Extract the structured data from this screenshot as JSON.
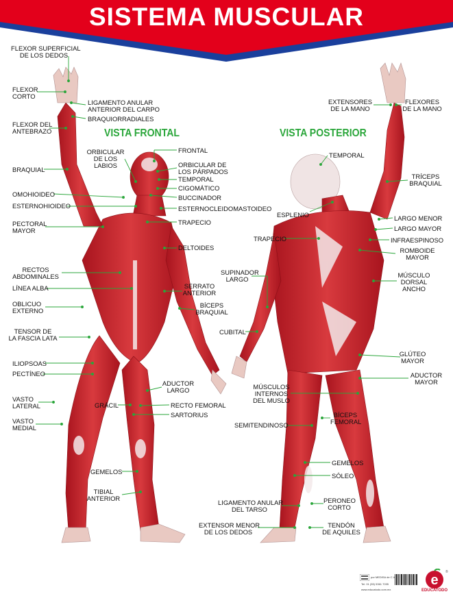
{
  "title": "SISTEMA MUSCULAR",
  "views": {
    "front": "VISTA FRONTAL",
    "back": "VISTA POSTERIOR"
  },
  "colors": {
    "banner_red": "#e3001b",
    "banner_blue": "#1a3f9c",
    "view_title_green": "#2aa63a",
    "leader_green": "#2aa63a",
    "muscle_red": "#c8202a",
    "tendon_white": "#f3e9ea"
  },
  "labels": {
    "flexor_sup": "FLEXOR SUPERFICIAL\nDE LOS DEDOS",
    "flexor_corto": "FLEXOR\nCORTO",
    "lig_anular_carpo": "LIGAMENTO ANULAR\nANTERIOR DEL CARPO",
    "braquiorradiales": "BRAQUIORRADIALES",
    "flexor_antebrazo": "FLEXOR DEL\nANTEBRAZO",
    "orbicular_labios": "ORBICULAR\nDE LOS\nLABIOS",
    "frontal": "FRONTAL",
    "orbicular_parpados": "ORBICULAR DE\nLOS PÁRPADOS",
    "braquial": "BRAQUIAL",
    "temporal_f": "TEMPORAL",
    "cigomatico": "CIGOMÁTICO",
    "omohioideo": "OMOHIOIDEO",
    "buccinador": "BUCCINADOR",
    "esternohioideo": "ESTERNOHIOIDEO",
    "esternocleido": "ESTERNOCLEIDOMASTOIDEO",
    "pectoral": "PECTORAL\nMAYOR",
    "trapecio_f": "TRAPECIO",
    "deltoides": "DELTOIDES",
    "rectos_abd": "RECTOS\nABDOMINALES",
    "linea_alba": "LÍNEA ALBA",
    "serrato": "SERRATO\nANTERIOR",
    "oblicuo": "OBLICUO\nEXTERNO",
    "biceps_braquial": "BÍCEPS\nBRAQUIAL",
    "tensor": "TENSOR DE\nLA FASCIA LATA",
    "iliopsoas": "ILIOPSOAS",
    "pectineo": "PECTÍNEO",
    "aductor_largo": "ADUCTOR\nLARGO",
    "vasto_lateral": "VASTO\nLATERAL",
    "gracil": "GRÁCIL",
    "recto_femoral": "RECTO FEMORAL",
    "sartorius": "SARTORIUS",
    "vasto_medial": "VASTO\nMEDIAL",
    "gemelos_f": "GEMELOS",
    "tibial": "TIBIAL\nANTERIOR",
    "extensores_mano": "EXTENSORES\nDE LA MANO",
    "flexores_mano": "FLEXORES\nDE LA MANO",
    "temporal_b": "TEMPORAL",
    "triceps": "TRÍCEPS\nBRAQUIAL",
    "esplenio": "ESPLENIO",
    "largo_menor": "LARGO MENOR",
    "largo_mayor": "LARGO MAYOR",
    "trapecio_b": "TRAPECIO",
    "infraespinoso": "INFRAESPINOSO",
    "romboide": "ROMBOIDE\nMAYOR",
    "supinador": "SUPINADOR\nLARGO",
    "dorsal": "MÚSCULO\nDORSAL\nANCHO",
    "cubital": "CUBITAL",
    "gluteo": "GLÚTEO\nMAYOR",
    "aductor_mayor": "ADUCTOR\nMAYOR",
    "musculos_internos": "MÚSCULOS\nINTERNOS\nDEL MUSLO",
    "biceps_femoral": "BÍCEPS\nFEMORAL",
    "semitendinoso": "SEMITENDINOSO",
    "gemelos_b": "GEMELOS",
    "soleo": "SÓLEO",
    "lig_anular_tarso": "LIGAMENTO ANULAR\nDEL TARSO",
    "peroneo": "PERONEO\nCORTO",
    "extensor_menor": "EXTENSOR MENOR\nDE LOS DEDOS",
    "tendon_aquiles": "TENDÓN\nDE AQUILES"
  },
  "publisher": {
    "line1": "por MEDISA de C.V.",
    "line2": "Tel. 01 (55) 5361 7095",
    "line3": "www.educatodo.com.mx",
    "logo": "EDUCATODO"
  }
}
